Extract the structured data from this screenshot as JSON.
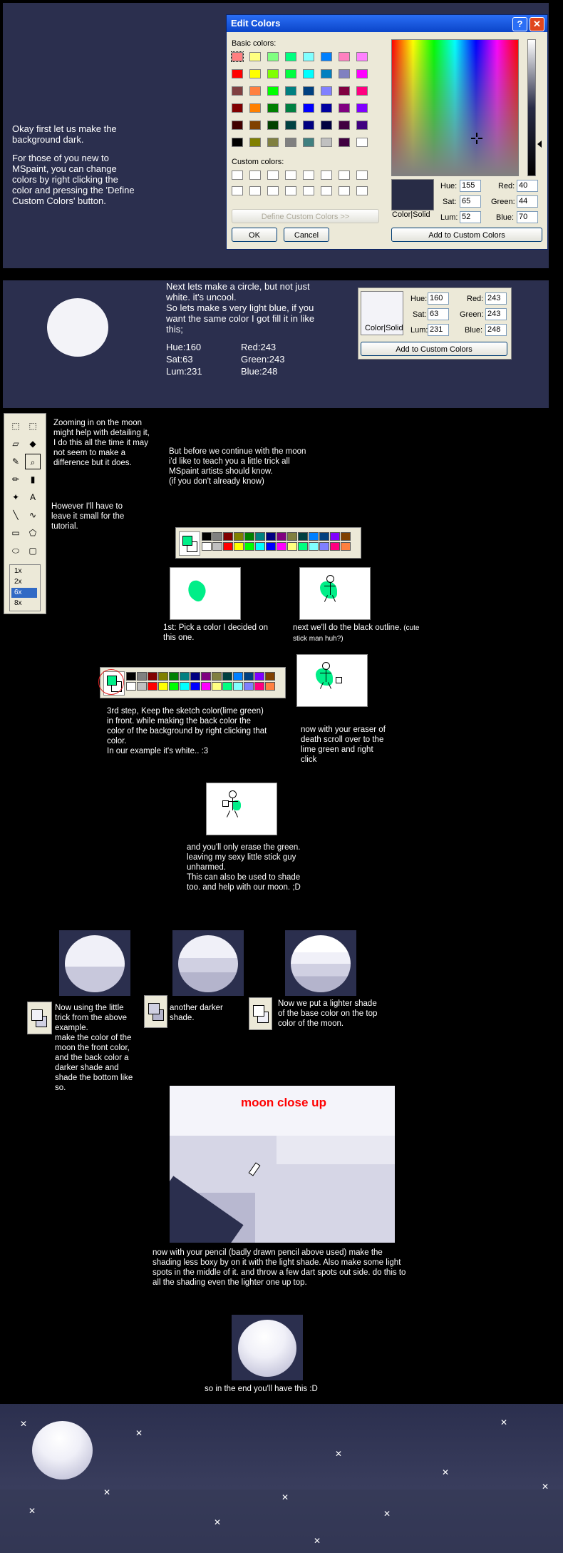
{
  "section1": {
    "intro_title": "Okay first let us make the background dark.",
    "intro_body": "For those of you new to MSpaint, you can change colors by right clicking the color and pressing the 'Define Custom Colors' button."
  },
  "dialog": {
    "title": "Edit Colors",
    "help": "?",
    "close": "✕",
    "basic_colors_label": "Basic colors:",
    "custom_colors_label": "Custom colors:",
    "define_btn": "Define Custom Colors >>",
    "ok": "OK",
    "cancel": "Cancel",
    "color_solid": "Color|Solid",
    "hue_label": "Hue:",
    "hue": "155",
    "sat_label": "Sat:",
    "sat": "65",
    "lum_label": "Lum:",
    "lum": "52",
    "red_label": "Red:",
    "red": "40",
    "green_label": "Green:",
    "green": "44",
    "blue_label": "Blue:",
    "blue": "70",
    "add_btn": "Add to Custom Colors",
    "preview_color": "#282c46",
    "basic_colors": [
      "#ff8080",
      "#ffff80",
      "#80ff80",
      "#00ff80",
      "#80ffff",
      "#0080ff",
      "#ff80c0",
      "#ff80ff",
      "#ff0000",
      "#ffff00",
      "#80ff00",
      "#00ff40",
      "#00ffff",
      "#0080c0",
      "#8080c0",
      "#ff00ff",
      "#804040",
      "#ff8040",
      "#00ff00",
      "#008080",
      "#004080",
      "#8080ff",
      "#800040",
      "#ff0080",
      "#800000",
      "#ff8000",
      "#008000",
      "#008040",
      "#0000ff",
      "#0000a0",
      "#800080",
      "#8000ff",
      "#400000",
      "#804000",
      "#004000",
      "#004040",
      "#000080",
      "#000040",
      "#400040",
      "#400080",
      "#000000",
      "#808000",
      "#808040",
      "#808080",
      "#408080",
      "#c0c0c0",
      "#400040",
      "#ffffff"
    ]
  },
  "section2": {
    "text": "Next lets make a circle, but not just white. it's uncool.\nSo lets make s very light blue, if you want the same color I got fill it in like this;",
    "hue": "Hue:160",
    "red": "Red:243",
    "sat": "Sat:63",
    "green": "Green:243",
    "lum": "Lum:231",
    "blue": "Blue:248"
  },
  "mini_dialog": {
    "color_solid": "Color|Solid",
    "hue_label": "Hue:",
    "hue": "160",
    "sat_label": "Sat:",
    "sat": "63",
    "lum_label": "Lum:",
    "lum": "231",
    "red_label": "Red:",
    "red": "243",
    "green_label": "Green:",
    "green": "243",
    "blue_label": "Blue:",
    "blue": "248",
    "add_btn": "Add to Custom Colors",
    "preview_color": "#f3f3f8"
  },
  "toolbox": {
    "zoom_levels": [
      "1x",
      "2x",
      "6x",
      "8x"
    ],
    "selected_zoom": "6x"
  },
  "texts": {
    "zoom_tip": "Zooming in on the moon might help with detailing it, I do this all the time it may not seem to make a difference but it does.",
    "small_tip": "However I'll have to leave it small for the tutorial.",
    "trick_intro": "But before we continue with the moon i'd like to teach you a little trick all MSpaint artists should know.\n(if you don't already know)",
    "step1": "1st: Pick a color I decided on this one.",
    "step2_main": "next we'll do the black outline.",
    "step2_small": " (cute stick man huh?)",
    "step3": "3rd step, Keep the sketch color(lime green) in front. while making the back color the color of the background by right clicking that color.\nIn our example it's white.. :3",
    "step4": "now with your eraser of death scroll over to the lime green and right click",
    "step5": "and you'll only erase the green. leaving my sexy little stick guy unharmed.\nThis can also be used to shade too. and help with our moon. ;D",
    "shade1": "Now using the little trick from the above example.\nmake the color of the moon the front color, and the back color a darker shade and shade the bottom like so.",
    "shade2": "another darker shade.",
    "shade3": "Now we put a lighter shade of the base color on the top color of the moon.",
    "closeup_title": "moon close up",
    "pencil": "now with your pencil (badly drawn pencil above used) make the shading less boxy by on it with the light shade. Also make some light spots in the middle of it. and throw a few dart spots out side. do this to all the shading even the lighter one up top.",
    "end": "so in the end you'll have this :D"
  },
  "palette_colors_top": [
    "#000000",
    "#808080",
    "#800000",
    "#808000",
    "#008000",
    "#008080",
    "#000080",
    "#800080",
    "#808040",
    "#004040",
    "#0080ff",
    "#004080",
    "#8000ff",
    "#804000"
  ],
  "palette_colors_bottom": [
    "#ffffff",
    "#c0c0c0",
    "#ff0000",
    "#ffff00",
    "#00ff00",
    "#00ffff",
    "#0000ff",
    "#ff00ff",
    "#ffff80",
    "#00ff80",
    "#80ffff",
    "#8080ff",
    "#ff0080",
    "#ff8040"
  ],
  "colors": {
    "panel": "#2b2f4e",
    "lime": "#00ee88",
    "closeup_red": "#ff0000"
  }
}
